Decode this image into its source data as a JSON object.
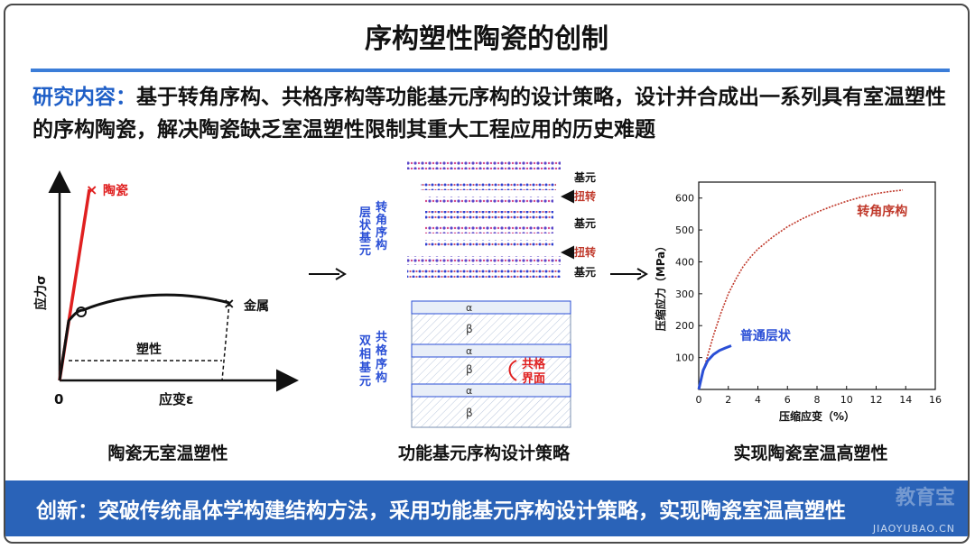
{
  "title": "序构塑性陶瓷的创制",
  "intro": {
    "lead": "研究内容：",
    "body": "基于转角序构、共格序构等功能基元序构的设计策略，设计并合成出一系列具有室温塑性的序构陶瓷，解决陶瓷缺乏室温塑性限制其重大工程应用的历史难题"
  },
  "left_panel": {
    "ceramic_label": "陶瓷",
    "metal_label": "金属",
    "plasticity_label": "塑性",
    "y_label": "应力σ",
    "x_label": "应变ε",
    "origin_label": "0",
    "caption": "陶瓷无室温塑性"
  },
  "middle_panel": {
    "layered_label": "层状基元",
    "rotation_label": "转角序构",
    "right_labels": [
      "基元",
      "扭转",
      "基元",
      "扭转",
      "基元"
    ],
    "coherent_label": "共格序构",
    "dual_phase_label": "双相基元",
    "layers": [
      "α",
      "β",
      "α",
      "β",
      "α",
      "β"
    ],
    "interface_label": "共格界面",
    "caption": "功能基元序构设计策略"
  },
  "chart_data": {
    "type": "line",
    "xlabel": "压缩应变（%）",
    "ylabel": "压缩应力（MPa）",
    "xlim": [
      0,
      16
    ],
    "ylim": [
      0,
      650
    ],
    "xticks": [
      0,
      2,
      4,
      6,
      8,
      10,
      12,
      14,
      16
    ],
    "yticks": [
      100,
      200,
      300,
      400,
      500,
      600
    ],
    "series": [
      {
        "name": "转角序构",
        "color": "#c0392b",
        "x": [
          0,
          0.5,
          1,
          1.5,
          2,
          2.5,
          3,
          3.5,
          4,
          5,
          6,
          7,
          8,
          9,
          10,
          11,
          12,
          13,
          13.8
        ],
        "y": [
          0,
          90,
          170,
          240,
          300,
          345,
          385,
          415,
          440,
          478,
          510,
          535,
          556,
          574,
          590,
          603,
          614,
          621,
          625
        ]
      },
      {
        "name": "普通层状",
        "color": "#2a4fd6",
        "x": [
          0,
          0.3,
          0.6,
          1,
          1.4,
          1.8,
          2.2
        ],
        "y": [
          0,
          60,
          90,
          110,
          122,
          130,
          137
        ]
      }
    ],
    "caption": "实现陶瓷室温高塑性"
  },
  "arrows": [
    "→",
    "→"
  ],
  "banner": {
    "text": "创新：突破传统晶体学构建结构方法，采用功能基元序构设计策略，实现陶瓷室温高塑性",
    "watermark_big": "教育宝",
    "watermark_small": "JIAOYUBAO.CN"
  },
  "colors": {
    "accent_blue": "#2a63b8",
    "lead_blue": "#1f5fc7",
    "ceramic_red": "#e02020",
    "label_red": "#c0392b",
    "label_blue": "#2a4fd6"
  }
}
